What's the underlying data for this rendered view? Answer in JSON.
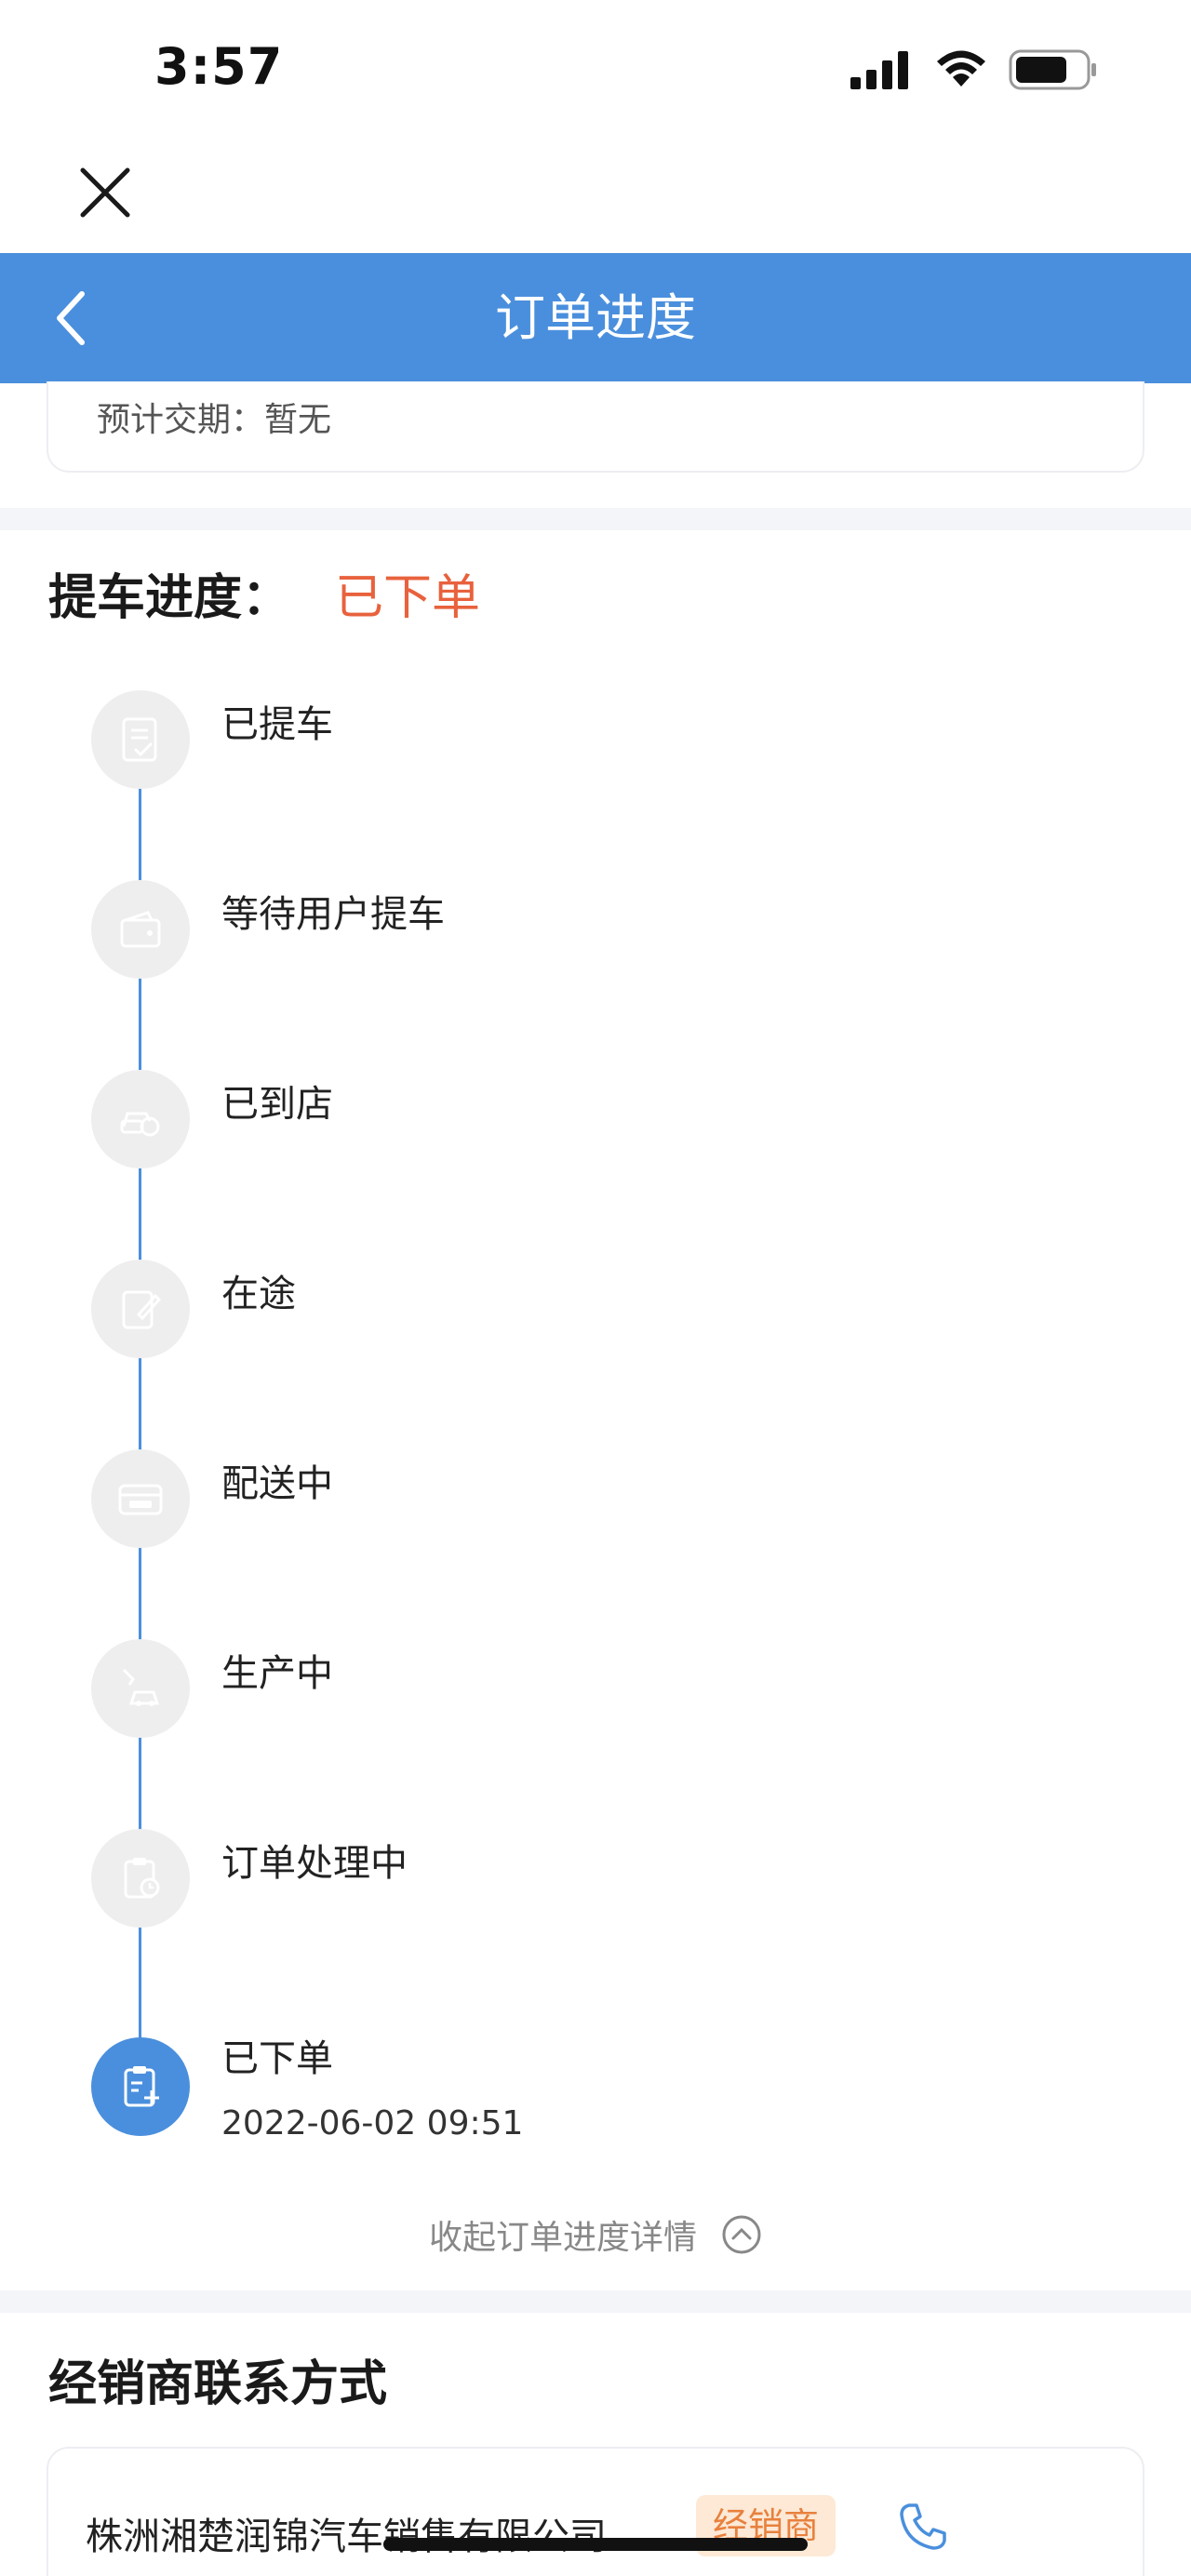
{
  "status_bar": {
    "time": "3:57"
  },
  "nav": {
    "title": "订单进度"
  },
  "info_card": {
    "expected_delivery": "预计交期：暂无"
  },
  "progress": {
    "label": "提车进度：",
    "current_status": "已下单",
    "steps": [
      {
        "label": "已提车",
        "icon": "document-check-icon"
      },
      {
        "label": "等待用户提车",
        "icon": "wallet-icon"
      },
      {
        "label": "已到店",
        "icon": "car-store-icon"
      },
      {
        "label": "在途",
        "icon": "edit-document-icon"
      },
      {
        "label": "配送中",
        "icon": "delivery-truck-icon"
      },
      {
        "label": "生产中",
        "icon": "production-robot-icon"
      },
      {
        "label": "订单处理中",
        "icon": "clipboard-clock-icon"
      },
      {
        "label": "已下单",
        "icon": "clipboard-plus-icon",
        "time": "2022-06-02 09:51",
        "active": true
      }
    ],
    "collapse_text": "收起订单进度详情"
  },
  "dealer": {
    "heading": "经销商联系方式",
    "name": "株洲湘楚润锦汽车销售有限公司",
    "badge": "经销商"
  },
  "colors": {
    "nav_blue": "#4a8fdd",
    "status_orange": "#e8623d",
    "badge_bg": "#fde9d6",
    "badge_text": "#e8813d"
  }
}
